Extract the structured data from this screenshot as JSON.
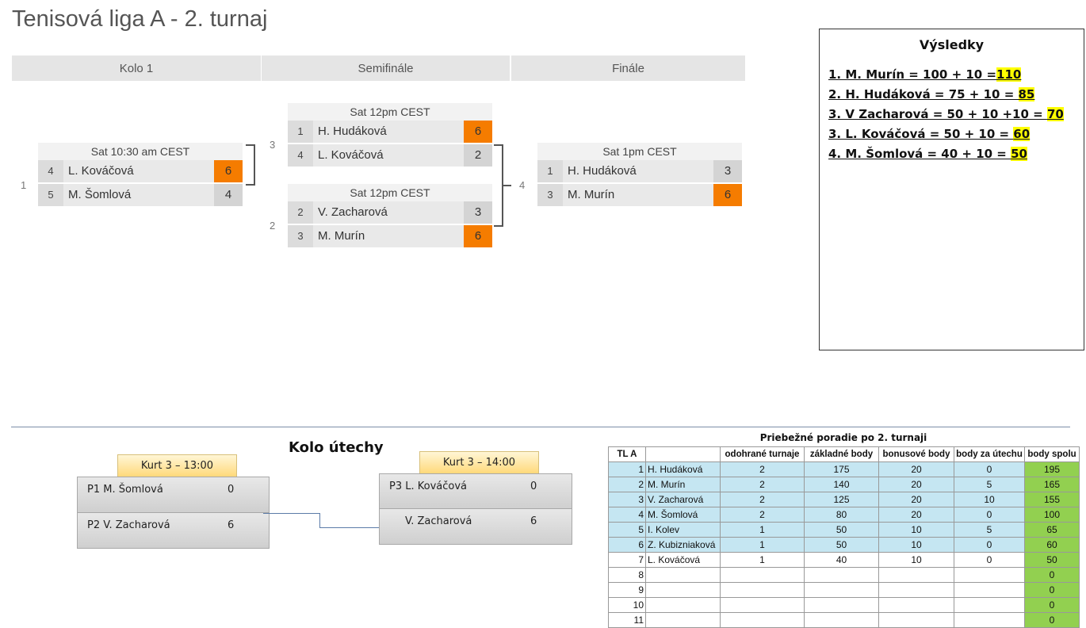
{
  "title": "Tenisová liga A - 2. turnaj",
  "rounds": [
    "Kolo 1",
    "Semifinále",
    "Finále"
  ],
  "matches": {
    "r1": {
      "num": "1",
      "time": "Sat 10:30 am CEST",
      "players": [
        {
          "seed": "4",
          "name": "L. Kováčová",
          "score": "6",
          "win": true
        },
        {
          "seed": "5",
          "name": "M. Šomlová",
          "score": "4",
          "win": false
        }
      ]
    },
    "sf1": {
      "num": "3",
      "time": "Sat 12pm CEST",
      "players": [
        {
          "seed": "1",
          "name": "H. Hudáková",
          "score": "6",
          "win": true
        },
        {
          "seed": "4",
          "name": "L. Kováčová",
          "score": "2",
          "win": false
        }
      ]
    },
    "sf2": {
      "num": "2",
      "time": "Sat 12pm CEST",
      "players": [
        {
          "seed": "2",
          "name": "V. Zacharová",
          "score": "3",
          "win": false
        },
        {
          "seed": "3",
          "name": "M. Murín",
          "score": "6",
          "win": true
        }
      ]
    },
    "final": {
      "num": "4",
      "time": "Sat 1pm CEST",
      "players": [
        {
          "seed": "1",
          "name": "H. Hudáková",
          "score": "3",
          "win": false
        },
        {
          "seed": "3",
          "name": "M. Murín",
          "score": "6",
          "win": true
        }
      ]
    }
  },
  "results": {
    "title": "Výsledky",
    "lines": [
      {
        "text": "1. M. Murín = 100 + 10 =",
        "points": "110"
      },
      {
        "text": "2. H. Hudáková = 75 + 10 = ",
        "points": "85"
      },
      {
        "text": "3. V Zacharová = 50 + 10 +10 = ",
        "points": "70"
      },
      {
        "text": "3. L. Kováčová = 50 + 10 = ",
        "points": "60"
      },
      {
        "text": "4. M. Šomlová = 40 + 10 = ",
        "points": "50"
      }
    ]
  },
  "consolation": {
    "title": "Kolo útechy",
    "match1": {
      "court": "Kurt 3 – 13:00",
      "p1": {
        "label": "P1  M. Šomlová",
        "score": "0"
      },
      "p2": {
        "label": "P2  V. Zacharová",
        "score": "6"
      }
    },
    "match2": {
      "court": "Kurt 3 – 14:00",
      "p1": {
        "label": "P3   L. Kováčová",
        "score": "0"
      },
      "p2": {
        "label": "V. Zacharová",
        "score": "6"
      }
    }
  },
  "standings": {
    "title": "Priebežné poradie po 2. turnaji",
    "headers": [
      "TL A",
      "",
      "odohrané turnaje",
      "základné body",
      "bonusové body",
      "body za útechu",
      "body spolu"
    ],
    "rows": [
      [
        "1",
        "H. Hudáková",
        "2",
        "175",
        "20",
        "0",
        "195"
      ],
      [
        "2",
        "M. Murín",
        "2",
        "140",
        "20",
        "5",
        "165"
      ],
      [
        "3",
        "V. Zacharová",
        "2",
        "125",
        "20",
        "10",
        "155"
      ],
      [
        "4",
        "M. Šomlová",
        "2",
        "80",
        "20",
        "0",
        "100"
      ],
      [
        "5",
        "I. Kolev",
        "1",
        "50",
        "10",
        "5",
        "65"
      ],
      [
        "6",
        "Z. Kubizniaková",
        "1",
        "50",
        "10",
        "0",
        "60"
      ],
      [
        "7",
        "L. Kováčová",
        "1",
        "40",
        "10",
        "0",
        "50"
      ],
      [
        "8",
        "",
        "",
        "",
        "",
        "",
        "0"
      ],
      [
        "9",
        "",
        "",
        "",
        "",
        "",
        "0"
      ],
      [
        "10",
        "",
        "",
        "",
        "",
        "",
        "0"
      ],
      [
        "11",
        "",
        "",
        "",
        "",
        "",
        "0"
      ]
    ]
  }
}
